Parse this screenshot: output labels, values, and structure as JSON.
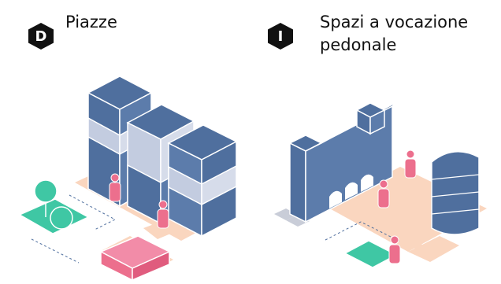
{
  "panels": [
    {
      "letter": "D",
      "title_lines": [
        "Piazze"
      ]
    },
    {
      "letter": "I",
      "title_lines": [
        "Spazi a vocazione",
        "pedonale"
      ]
    }
  ],
  "colors": {
    "building_blue": "#4f6f9e",
    "building_side": "#5c7cab",
    "building_light": "#c3cce0",
    "outline": "#ffffff",
    "ground_peach": "#fad6bf",
    "green": "#3fc7a4",
    "pink": "#ec6f8d",
    "gray_tile": "#c9cdd8",
    "hex_black": "#111111"
  },
  "icons": [
    "hexagon-badge-icon",
    "person-figure-icon",
    "tree-icon"
  ]
}
